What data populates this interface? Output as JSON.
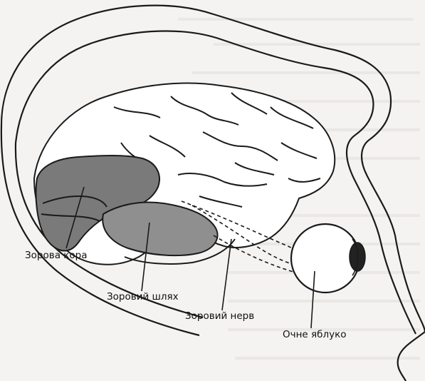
{
  "diagram": {
    "labels": {
      "visual_cortex": "Зорова кора",
      "optic_tract": "Зоровий шлях",
      "optic_nerve": "Зоровий нерв",
      "eyeball": "Очне яблуко"
    }
  },
  "colors": {
    "background": "#f4f3f1",
    "outline": "#1a1a1a",
    "skull_fill": "#ffffff",
    "cortex_fill": "#7a7a7a",
    "tract_fill": "#9a9a9a",
    "eye_pupil": "#222222"
  }
}
